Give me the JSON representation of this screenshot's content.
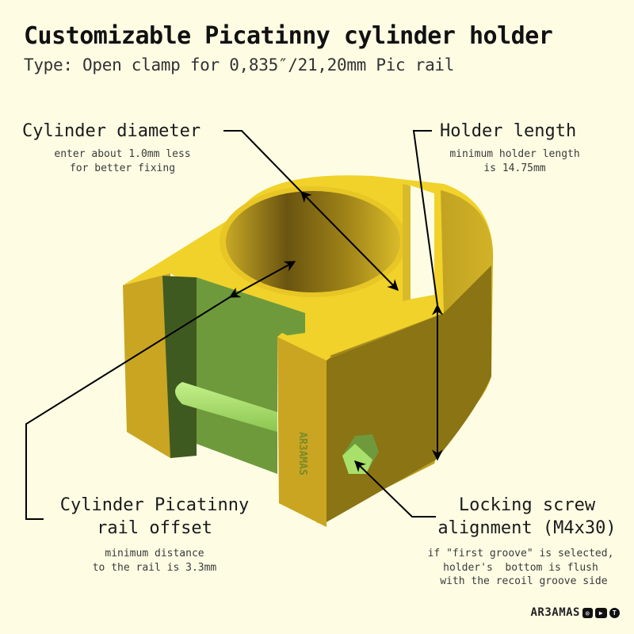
{
  "header": {
    "title": "Customizable Picatinny cylinder holder",
    "subtitle": "Type: Open clamp for 0,835″/21,20mm Pic rail"
  },
  "annotations": {
    "cylinder_diameter": {
      "title": "Cylinder diameter",
      "note": "enter about 1.0mm less\nfor better fixing"
    },
    "holder_length": {
      "title": "Holder length",
      "note": "minimum holder length\nis 14.75mm"
    },
    "rail_offset": {
      "title_line1": "Cylinder Picatinny",
      "title_line2": "rail offset",
      "note": "minimum distance\nto the rail is 3.3mm"
    },
    "locking_screw": {
      "title_line1": "Locking screw",
      "title_line2": "alignment (M4x30)",
      "note": "if \"first groove\" is selected,\nholder's  bottom is flush\n with the recoil groove side"
    }
  },
  "model": {
    "engraving": "AR3AMAS",
    "colors": {
      "body_top": "#f0d22a",
      "body_front": "#8a7414",
      "body_side": "#c9a522",
      "cut_light": "#6e9a3c",
      "cut_dark": "#3f5a20",
      "rod": "#a9e06a"
    }
  },
  "branding": {
    "name": "AR3AMAS",
    "icons": [
      "instagram-icon",
      "youtube-icon",
      "telegram-icon"
    ]
  }
}
